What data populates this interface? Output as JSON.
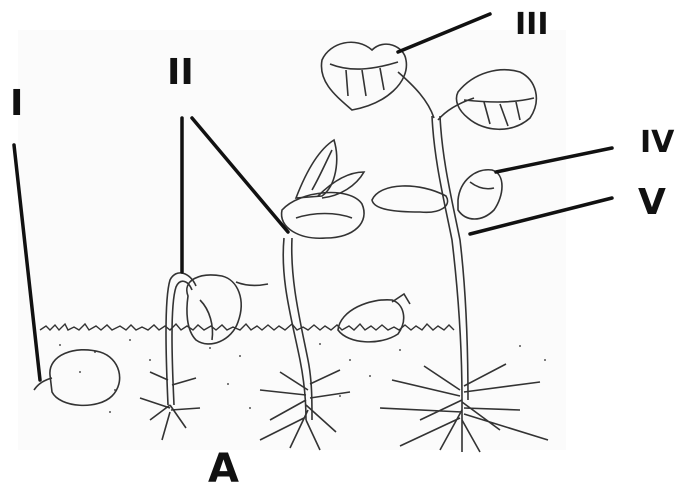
{
  "figure": {
    "labels": {
      "stage1": "I",
      "stage2": "II",
      "stage3": "III",
      "stage4": "IV",
      "stage5": "V",
      "caption": "A"
    }
  },
  "colors": {
    "ink": "#111111",
    "sketch": "#333333",
    "paper": "#f6f6f6"
  }
}
